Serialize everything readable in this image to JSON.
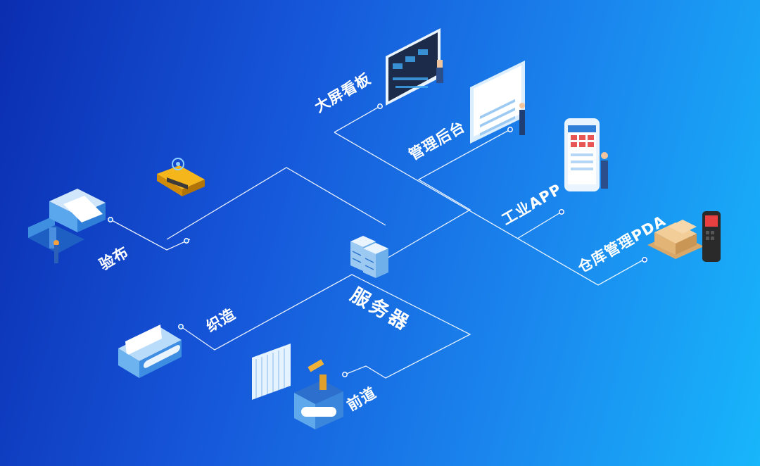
{
  "diagram": {
    "hub": "服务器",
    "nodes": {
      "inspection": "验布",
      "weaving": "织造",
      "pre_process": "前道",
      "big_screen": "大屏看板",
      "admin": "管理后台",
      "industrial_app": "工业APP",
      "warehouse_pda": "仓库管理PDA"
    }
  },
  "colors": {
    "background_start": "#0b2db0",
    "background_end": "#18b6fb",
    "line": "#ffffff"
  }
}
